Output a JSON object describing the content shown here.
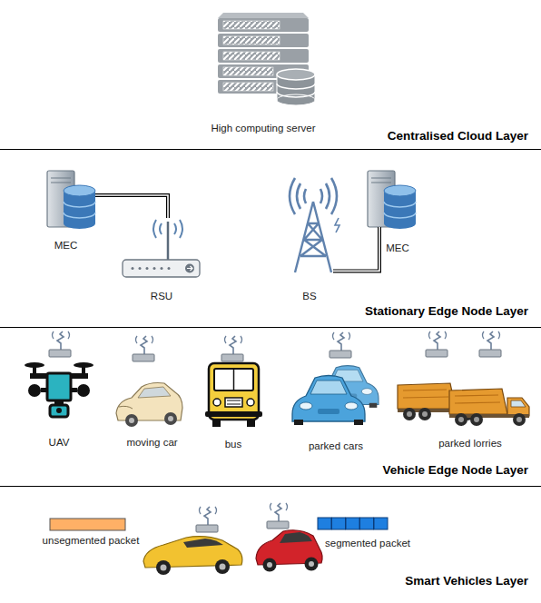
{
  "diagram": {
    "nodes": [
      {
        "text": [
          "Centralised Cloud Layer"
        ]
      },
      {
        "text": [
          "High computing server"
        ],
        "in": 0
      },
      {
        "text": [
          "Stationary Edge Node Layer"
        ]
      },
      {
        "text": [
          "MEC"
        ],
        "in": 2
      },
      {
        "text": [
          "RSU"
        ],
        "in": 2
      },
      {
        "text": [
          "BS"
        ],
        "in": 2
      },
      {
        "text": [
          "MEC"
        ],
        "in": 2
      },
      {
        "text": [
          "Vehicle Edge Node Layer"
        ]
      },
      {
        "text": [
          "UAV"
        ],
        "in": 7
      },
      {
        "text": [
          "moving car"
        ],
        "in": 7
      },
      {
        "text": [
          "bus"
        ],
        "in": 7
      },
      {
        "text": [
          "parked cars"
        ],
        "in": 7
      },
      {
        "text": [
          "parked lorries"
        ],
        "in": 7
      },
      {
        "text": [
          "Smart Vehicles Layer"
        ]
      },
      {
        "text": [
          "unsegmented packet"
        ],
        "in": 13
      },
      {
        "text": [
          "segmented packet"
        ],
        "in": 13
      }
    ],
    "edges": [
      {
        "from": 3,
        "to": 4,
        "arrow": "none"
      },
      {
        "from": 5,
        "to": 6,
        "arrow": "none"
      }
    ]
  }
}
